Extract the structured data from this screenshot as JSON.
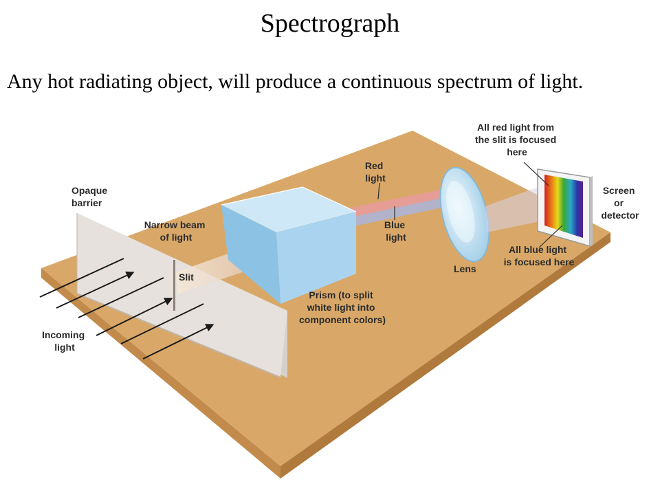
{
  "slide": {
    "title": "Spectrograph",
    "body": "Any hot radiating object, will produce a continuous spectrum of light."
  },
  "diagram": {
    "labels": {
      "opaque_barrier": [
        "Opaque",
        "barrier"
      ],
      "narrow_beam": [
        "Narrow beam",
        "of light"
      ],
      "slit": [
        "Slit"
      ],
      "incoming_light": [
        "Incoming",
        "light"
      ],
      "prism": [
        "Prism (to split",
        "white light into",
        "component colors)"
      ],
      "red_light": [
        "Red",
        "light"
      ],
      "blue_light": [
        "Blue",
        "light"
      ],
      "lens": [
        "Lens"
      ],
      "red_focus": [
        "All red light from",
        "the slit is focused",
        "here"
      ],
      "blue_focus": [
        "All blue light",
        "is focused here"
      ],
      "screen": [
        "Screen",
        "or",
        "detector"
      ]
    },
    "colors": {
      "table_top": "#d9a868",
      "table_edge": "#b07a3c",
      "barrier": "#e6e1dc",
      "prism": "#a9d3ef",
      "lens": "#cfe6f3",
      "spectrum": [
        "#d22020",
        "#e87b16",
        "#e8d818",
        "#38a838",
        "#2aa8c8",
        "#2b3aa8",
        "#5a1e86"
      ]
    }
  }
}
